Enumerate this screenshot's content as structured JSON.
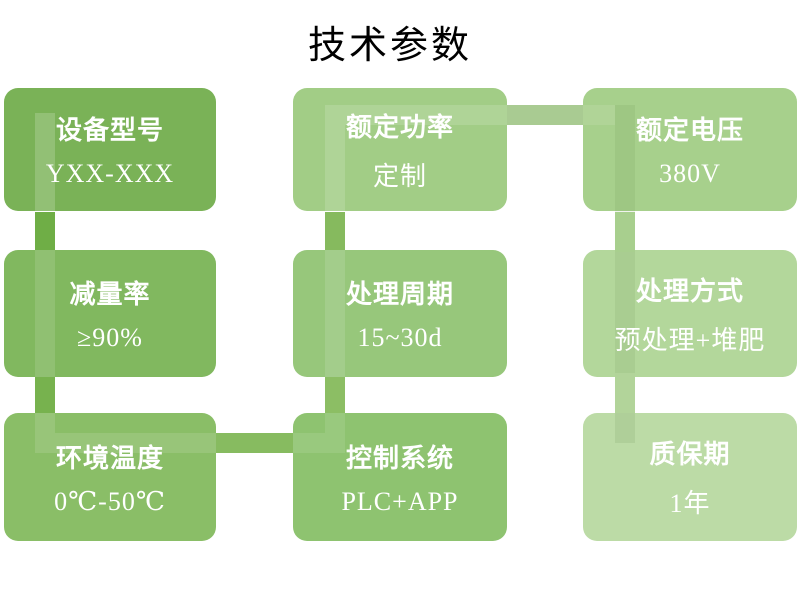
{
  "title": "技术参数",
  "palette": {
    "text_color": "#ffffff",
    "title_color": "#000000",
    "connector": {
      "col1_gap_top": "#6fae46",
      "col1_gap_bottom": "#77b24e",
      "row3_gap": "#87bb60",
      "col2_gap_top": "#86ba5e",
      "col2_gap_bottom": "#8cbe64",
      "row1_gap": "#a9cb92",
      "col3_gap_top": "#a8cf8e",
      "col3_gap_bottom": "#b2d49a"
    }
  },
  "boxes": [
    {
      "label": "设备型号",
      "value": "YXX-XXX",
      "color": "#7ab257"
    },
    {
      "label": "减量率",
      "value": "≥90%",
      "color": "#81b85f"
    },
    {
      "label": "环境温度",
      "value": "0℃-50℃",
      "color": "#8abe67"
    },
    {
      "label": "控制系统",
      "value": "PLC+APP",
      "color": "#8ec370"
    },
    {
      "label": "处理周期",
      "value": "15~30d",
      "color": "#97c77b"
    },
    {
      "label": "额定功率",
      "value": "定制",
      "color": "#a2cd86"
    },
    {
      "label": "额定电压",
      "value": "380V",
      "color": "#a7d08c"
    },
    {
      "label": "处理方式",
      "value": "预处理+堆肥",
      "color": "#b3d79b"
    },
    {
      "label": "质保期",
      "value": "1年",
      "color": "#bcdba6"
    }
  ]
}
